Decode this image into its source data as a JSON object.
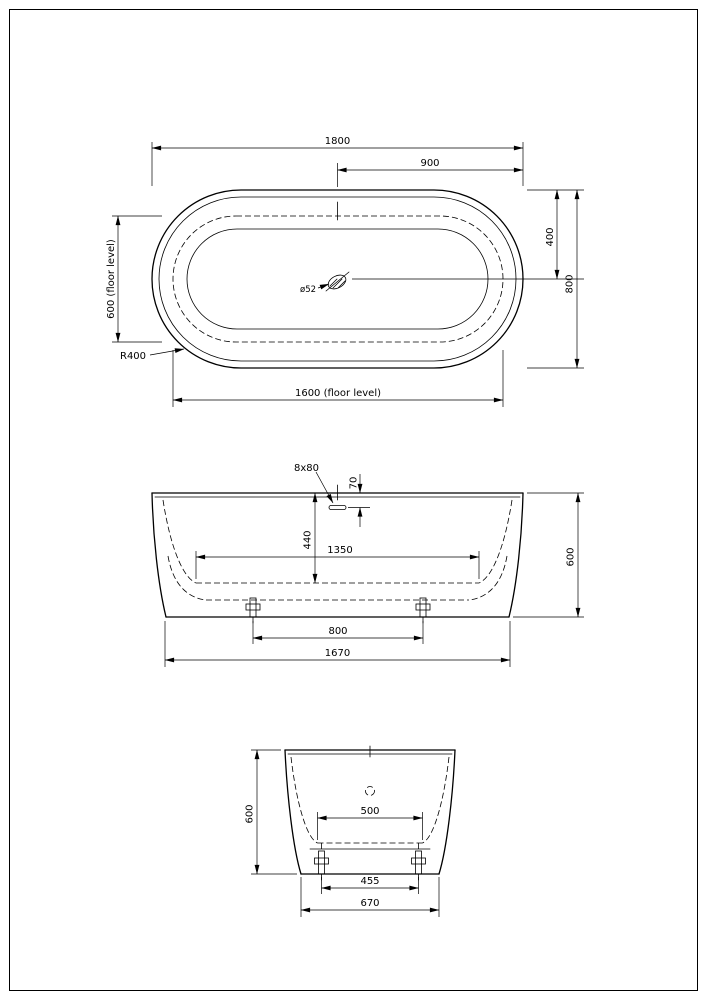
{
  "drawing": {
    "top_view": {
      "dim_overall_length": "1800",
      "dim_half_length": "900",
      "dim_center_to_edge": "400",
      "dim_overall_width": "800",
      "dim_floor_width": "600 (floor level)",
      "dim_floor_length": "1600 (floor level)",
      "dim_corner_radius": "R400",
      "dim_drain": "ø52"
    },
    "front_view": {
      "dim_overflow_slot": "8x80",
      "dim_overflow_offset": "70",
      "dim_inner_depth": "440",
      "dim_inner_floor_length": "1350",
      "dim_height": "600",
      "dim_feet_spacing": "800",
      "dim_base_length": "1670"
    },
    "side_view": {
      "dim_height": "600",
      "dim_inner_floor_width": "500",
      "dim_feet_spacing": "455",
      "dim_base_width": "670"
    }
  }
}
